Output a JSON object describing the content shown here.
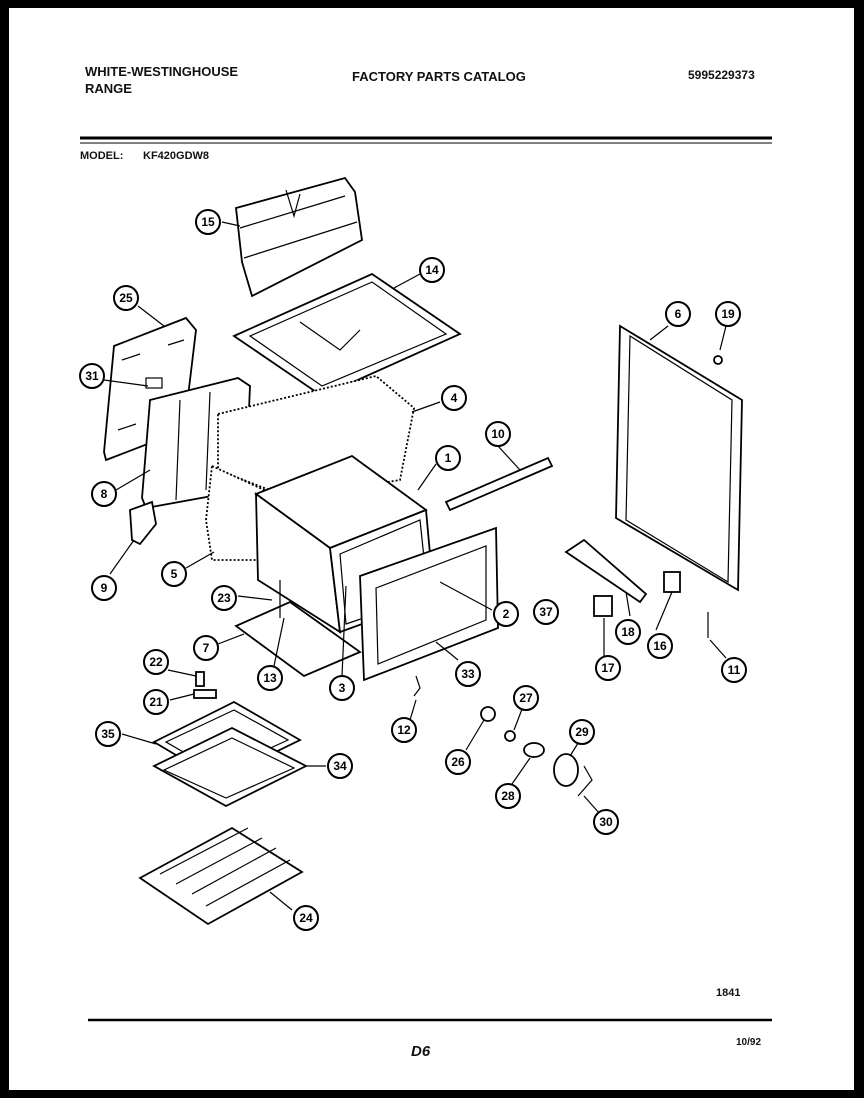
{
  "header": {
    "brand_line1": "WHITE-WESTINGHOUSE",
    "brand_line2": "RANGE",
    "catalog_title": "FACTORY PARTS CATALOG",
    "part_number": "5995229373",
    "model_label": "MODEL:",
    "model_value": "KF420GDW8"
  },
  "footer": {
    "ref_number": "1841",
    "page_code": "D6",
    "date_code": "10/92"
  },
  "callouts": [
    "1",
    "2",
    "3",
    "4",
    "5",
    "6",
    "7",
    "8",
    "9",
    "10",
    "11",
    "12",
    "13",
    "14",
    "15",
    "16",
    "17",
    "18",
    "19",
    "21",
    "22",
    "23",
    "24",
    "25",
    "26",
    "27",
    "28",
    "29",
    "30",
    "31",
    "33",
    "34",
    "35",
    "37"
  ]
}
